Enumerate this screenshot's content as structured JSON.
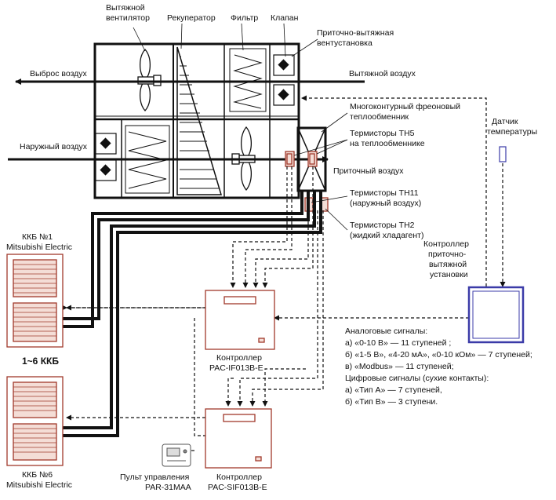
{
  "labels": {
    "exhaust_fan": [
      "Вытяжной",
      "вентилятор"
    ],
    "recuperator": "Рекуператор",
    "filter": "Фильтр",
    "valve": "Клапан",
    "ahu": [
      "Приточно-вытяжная",
      "вентустановка"
    ],
    "air_discharge": "Выброс воздух",
    "exhaust_air": "Вытяжной воздух",
    "outdoor_air": "Наружный воздух",
    "supply_air": "Приточный воздух",
    "heat_exchanger": [
      "Многоконтурный фреоновый",
      "теплообменник"
    ],
    "th5": [
      "Термисторы TH5",
      "на теплообменнике"
    ],
    "th11": [
      "Термисторы TH11",
      "(наружный воздух)"
    ],
    "th2": [
      "Термисторы TH2",
      "(жидкий хладагент)"
    ],
    "temp_sensor": [
      "Датчик",
      "температуры"
    ],
    "kkb1": [
      "ККБ №1",
      "Mitsubishi Electric"
    ],
    "kkb_range": "1~6 ККБ",
    "kkb6": [
      "ККБ №6",
      "Mitsubishi Electric"
    ],
    "ahu_controller": [
      "Контроллер",
      "приточно-",
      "вытяжной",
      "установки"
    ],
    "ctrl1": [
      "Контроллер",
      "PAC-IF013B-E"
    ],
    "ctrl2": [
      "Контроллер",
      "PAC-SIF013B-E"
    ],
    "remote": [
      "Пульт управления",
      "PAR-31MAA"
    ]
  },
  "signals": [
    "Аналоговые сигналы:",
    "а) «0-10 В» — 11 ступеней ;",
    "б) «1-5 В», «4-20 мА», «0-10 кОм» — 7 ступеней;",
    "в) «Modbus» — 11 ступеней;",
    "Цифровые сигналы (сухие контакты):",
    "а) «Тип А» — 7 ступеней,",
    "б) «Тип В» — 3 ступени."
  ],
  "colors": {
    "line": "#111111",
    "accent": "#a0392b",
    "controller_border": "#3b3ba8",
    "unit_fill": "#f4ddd6"
  }
}
